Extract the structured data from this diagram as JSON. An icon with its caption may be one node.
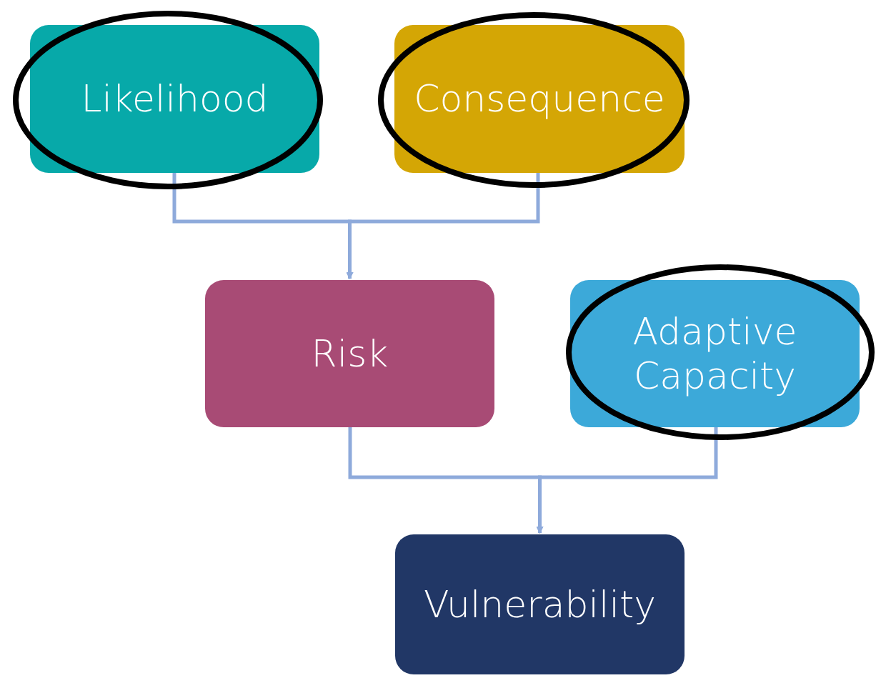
{
  "diagram": {
    "nodes": [
      {
        "text": [
          "Likelihood"
        ]
      },
      {
        "text": [
          "Consequence"
        ]
      },
      {
        "text": [
          "Risk"
        ]
      },
      {
        "text": [
          "Adaptive Capacity"
        ]
      },
      {
        "text": [
          "Vulnerability"
        ]
      }
    ],
    "edges": [
      {
        "from": 0,
        "to": 2,
        "arrow": "to"
      },
      {
        "from": 1,
        "to": 2,
        "arrow": "to"
      },
      {
        "from": 2,
        "to": 4,
        "arrow": "to"
      },
      {
        "from": 3,
        "to": 4,
        "arrow": "to"
      }
    ]
  }
}
